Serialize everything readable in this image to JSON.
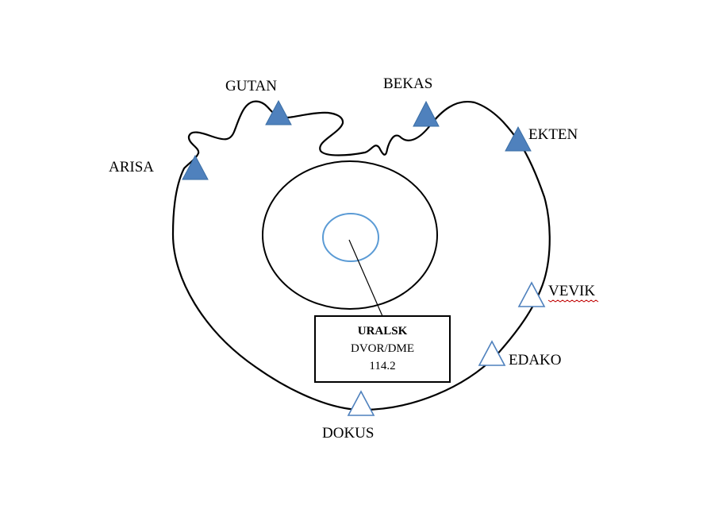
{
  "colors": {
    "filled_waypoint": "#4f81bd",
    "open_waypoint": "#4f81bd",
    "outline": "#000000",
    "inner_circle": "#5b9bd5",
    "spellcheck_underline": "#c00000"
  },
  "station": {
    "name": "URALSK",
    "type": "DVOR/DME",
    "frequency": "114.2"
  },
  "waypoints": [
    {
      "id": "arisa",
      "name": "ARISA",
      "symbol": "filled-triangle"
    },
    {
      "id": "gutan",
      "name": "GUTAN",
      "symbol": "filled-triangle"
    },
    {
      "id": "bekas",
      "name": "BEKAS",
      "symbol": "filled-triangle"
    },
    {
      "id": "ekten",
      "name": "EKTEN",
      "symbol": "filled-triangle"
    },
    {
      "id": "vevik",
      "name": "VEVIK",
      "symbol": "open-triangle"
    },
    {
      "id": "edako",
      "name": "EDAKO",
      "symbol": "open-triangle"
    },
    {
      "id": "dokus",
      "name": "DOKUS",
      "symbol": "open-triangle"
    }
  ]
}
